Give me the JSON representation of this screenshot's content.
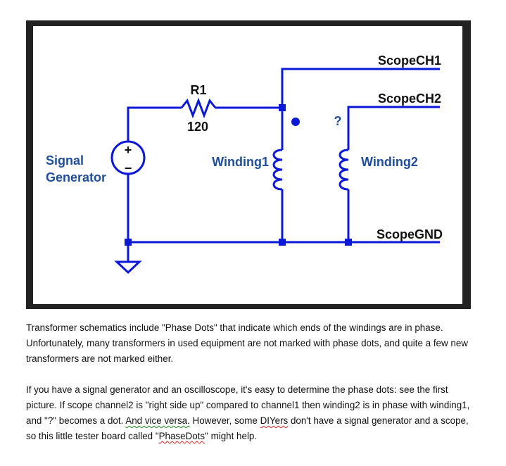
{
  "schematic": {
    "labels": {
      "scope_ch1": "ScopeCH1",
      "scope_ch2": "ScopeCH2",
      "scope_gnd": "ScopeGND",
      "resistor_name": "R1",
      "resistor_value": "120",
      "winding1": "Winding1",
      "winding2": "Winding2",
      "signal_line1": "Signal",
      "signal_line2": "Generator",
      "unknown_dot": "?",
      "source_plus": "+",
      "source_minus": "−"
    },
    "colors": {
      "wire": "#0b18d8",
      "label_blue": "#1f4e9e",
      "label_black": "#111111",
      "frame": "#222222"
    }
  },
  "text": {
    "p1": "Transformer schematics include \"Phase Dots\" that indicate which ends of the windings are in phase. Unfortunately, many transformers in used equipment are not marked with phase dots, and quite a few new transformers are not marked either.",
    "p2_a": "If you have a signal generator and an oscilloscope, it's easy to determine the phase dots: see the first picture. If scope channel2 is \"right side up\" compared to channel1 then winding2 is in phase with winding1, and \"?\" becomes a dot. ",
    "p2_b": "And vice versa.",
    "p2_c": " However, some ",
    "p2_d": "DIYers",
    "p2_e": " don't have a signal generator and a scope, so this little tester board called \"",
    "p2_f": "PhaseDots",
    "p2_g": "\" might help."
  }
}
